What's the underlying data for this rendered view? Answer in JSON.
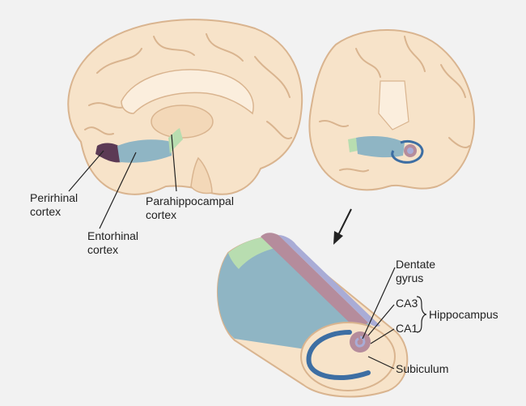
{
  "labels": {
    "perirhinal": "Perirhinal\ncortex",
    "entorhinal": "Entorhinal\ncortex",
    "parahippocampal": "Parahippocampal\ncortex",
    "dentate": "Dentate\ngyrus",
    "ca3": "CA3",
    "ca1": "CA1",
    "hippocampus": "Hippocampus",
    "subiculum": "Subiculum"
  },
  "colors": {
    "background": "#f2f2f2",
    "brain": "#f7e3c9",
    "brain_outline": "#d9b48f",
    "perirhinal": "#5c3a55",
    "entorhinal": "#8fb5c4",
    "parahippocampal": "#b8ddb0",
    "ca_fields": "#b58c9c",
    "dentate": "#a9acd6",
    "subiculum": "#3d6ea3"
  }
}
